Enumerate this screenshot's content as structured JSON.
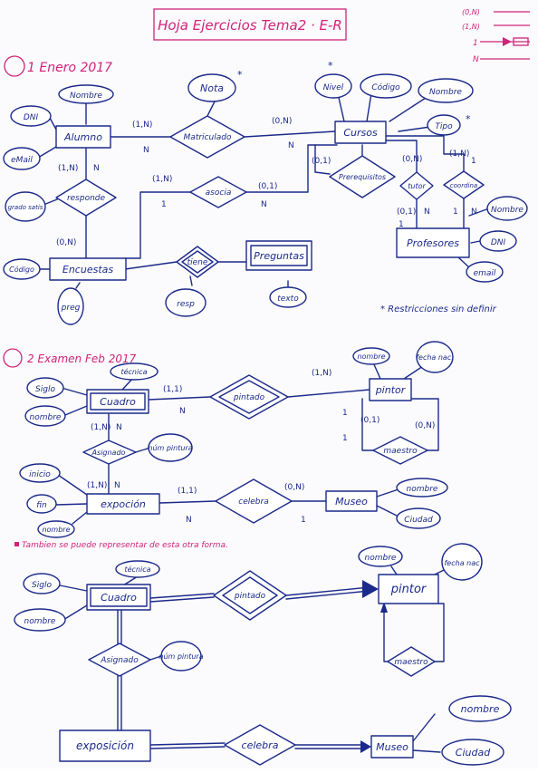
{
  "title": "Hoja Ejercicios Tema2 · E-R",
  "legend": [
    "(0,N)",
    "(1,N)",
    "1",
    "N"
  ],
  "section1": {
    "heading": "1 Enero 2017",
    "entities": {
      "alumno": "Alumno",
      "encuestas": "Encuestas",
      "cursos": "Cursos",
      "preguntas": "Preguntas",
      "profesores": "Profesores"
    },
    "relations": {
      "matriculado": "Matriculado",
      "responde": "responde",
      "asocia": "asocia",
      "tiene": "tiene",
      "prerequisitos": "Prerequisitos",
      "tutor": "tutor",
      "coordinador": "coordina",
      "tipo": "Tipo"
    },
    "attributes": {
      "nota": "Nota",
      "nombre_alumno": "Nombre",
      "dni_alumno": "DNI",
      "email_alumno": "eMail",
      "grado_satis": "grado satis",
      "nivel": "Nivel",
      "codigo_curso": "Código",
      "nombre_curso": "Nombre",
      "codigo_enc": "Código",
      "pregunta": "preg",
      "respuesta": "resp",
      "texto": "texto",
      "nombre_prof": "Nombre",
      "dni_prof": "DNI",
      "email_prof": "email"
    },
    "cards": {
      "m1": "(1,N)",
      "m2": "(0,N)",
      "mN1": "N",
      "mN2": "N",
      "r1": "(1,N)",
      "rN": "N",
      "r2": "(0,N)",
      "a1": "(1,N)",
      "a2": "(0,1)",
      "aOne": "1",
      "aN": "N",
      "pre1": "(0,1)",
      "pre2": "(0,N)",
      "t1": "(0,1)",
      "t2": "(1,N)",
      "tN": "N",
      "one1": "1",
      "one2": "1",
      "one3": "1",
      "tNb": "N"
    },
    "stars": [
      "*",
      "*",
      "*"
    ],
    "note": "* Restricciones sin definir"
  },
  "section2": {
    "heading": "2 Examen Feb 2017",
    "entities": {
      "cuadro": "Cuadro",
      "pintor": "pintor",
      "exposicion": "expoción",
      "museo": "Museo"
    },
    "relations": {
      "pintado": "pintado",
      "asignado": "Asignado",
      "maestro": "maestro",
      "celebra": "celebra"
    },
    "attributes": {
      "tecnica": "técnica",
      "siglo": "Siglo",
      "nombre_cuadro": "nombre",
      "nombre_pintor": "nombre",
      "fecha_nac": "fecha nac.",
      "num_pintura": "núm pintura",
      "inicio": "inicio",
      "fin": "fin",
      "nombre_expo": "nombre",
      "nombre_museo": "nombre",
      "ciudad": "Ciudad"
    },
    "cards": {
      "p1": "(1,1)",
      "pN": "N",
      "p2": "(1,N)",
      "p3": "1",
      "ma1": "(0,1)",
      "ma2": "(0,N)",
      "ma3": "1",
      "as1": "(1,N)",
      "asN": "N",
      "c1": "(1,1)",
      "c2": "(0,N)",
      "cN": "N",
      "as2": "(1,N)",
      "asN2": "N",
      "c1b": "1"
    }
  },
  "alt": {
    "note": "Tambien se puede representar de esta otra forma.",
    "entities": {
      "cuadro": "Cuadro",
      "pintor": "pintor",
      "exposicion": "exposición",
      "museo": "Museo"
    },
    "relations": {
      "pintado": "pintado",
      "asignado": "Asignado",
      "maestro": "maestro",
      "celebra": "celebra"
    },
    "attributes": {
      "tecnica": "técnica",
      "siglo": "Siglo",
      "nombre_cuadro": "nombre",
      "nombre_pintor": "nombre",
      "fecha_nac": "fecha nac",
      "num_pintura": "núm pintura",
      "nombre_museo": "nombre",
      "ciudad": "Ciudad"
    }
  }
}
